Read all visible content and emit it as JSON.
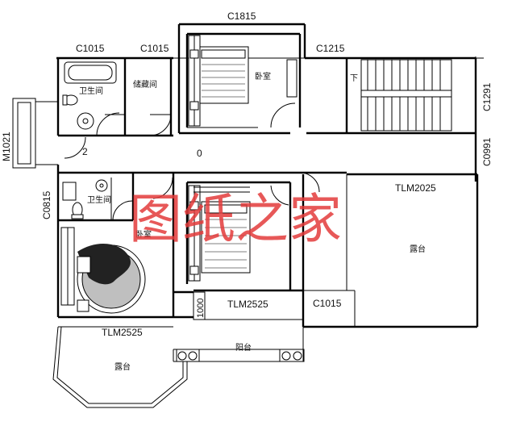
{
  "labels": {
    "c1015_a": "C1015",
    "c1015_b": "C1015",
    "c1815": "C1815",
    "c1215": "C1215",
    "c1291": "C1291",
    "c0991": "C0991",
    "m1021": "M1021",
    "c0815": "C0815",
    "tlm2025": "TLM2025",
    "tlm2525_mid": "TLM2525",
    "tlm2525_left": "TLM2525",
    "c1015_bottom": "C1015",
    "dim_1000": "1000",
    "num_2": "2",
    "num_0": "0"
  },
  "rooms": {
    "bath_top": "卫生间",
    "storage": "储藏间",
    "bedroom_top": "卧室",
    "stair_down": "下",
    "bath_left": "卫生间",
    "bedroom_left": "卧室",
    "terrace_right": "露台",
    "balcony": "阳台",
    "terrace_bottom": "露台"
  },
  "watermark": "图纸之家"
}
